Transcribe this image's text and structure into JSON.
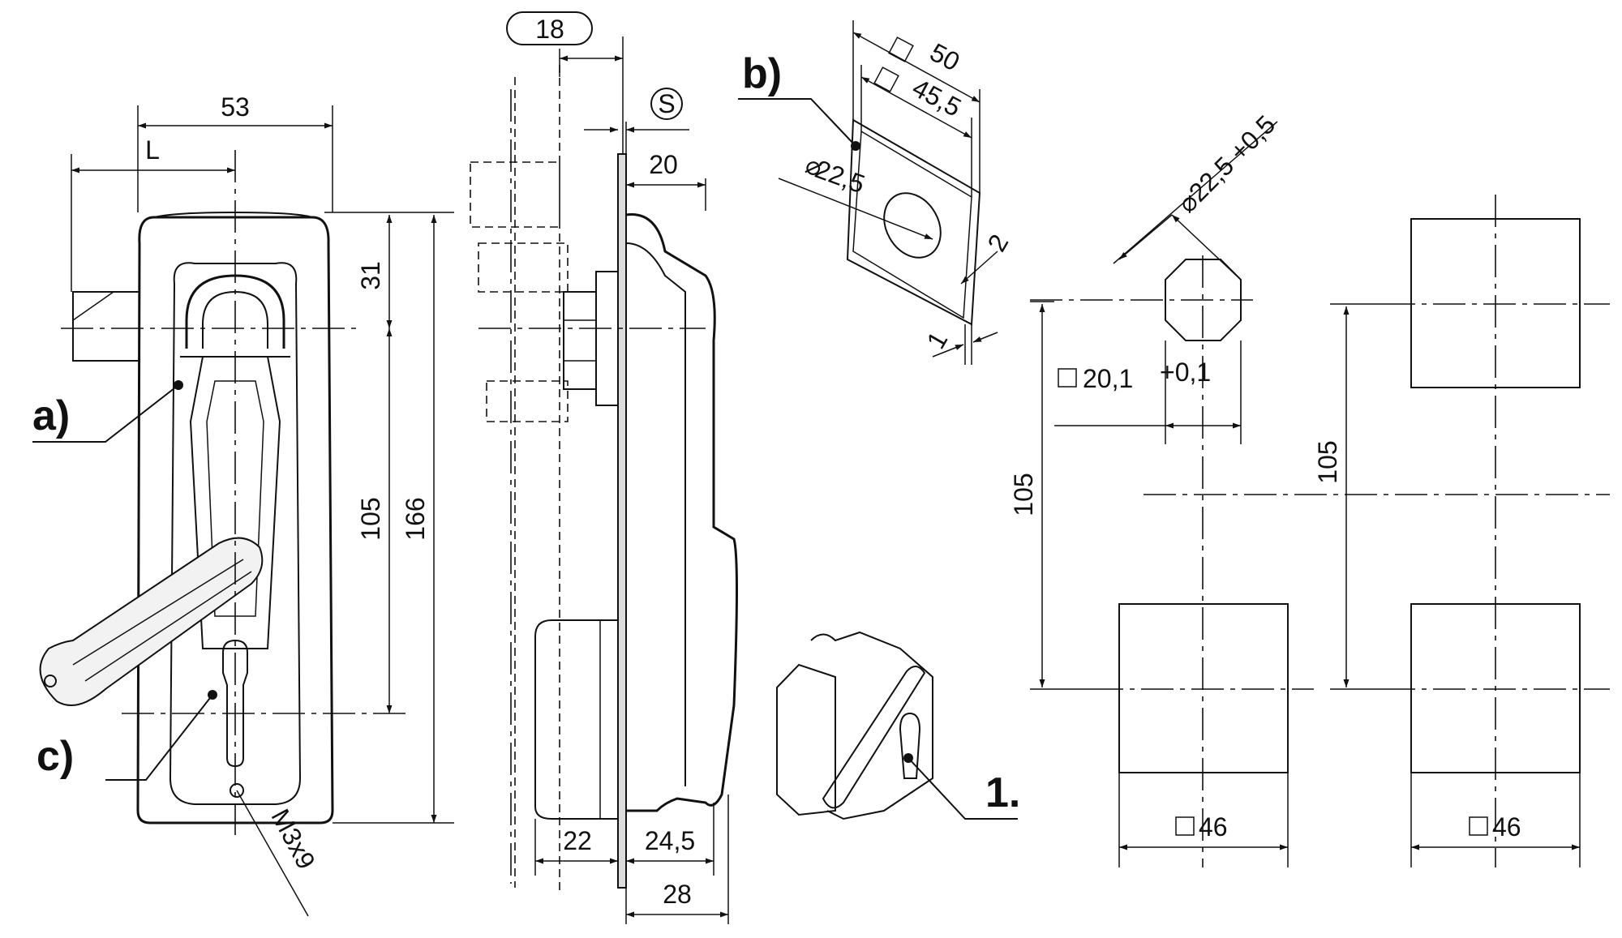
{
  "callouts": {
    "a": "a)",
    "b": "b)",
    "c": "c)",
    "one": "1."
  },
  "front_view": {
    "dim_53": "53",
    "dim_L": "L",
    "dim_31": "31",
    "dim_105": "105",
    "dim_166": "166",
    "dim_m3x9": "M3x9"
  },
  "side_view": {
    "dim_18": "18",
    "dim_s": "S",
    "dim_20": "20",
    "dim_22": "22",
    "dim_24_5": "24,5",
    "dim_28": "28"
  },
  "gasket": {
    "dim_sq50": "50",
    "dim_sq45_5": "45,5",
    "dim_d22_5": "22,5",
    "dim_2": "2",
    "dim_1": "1"
  },
  "cutout": {
    "dim_d22_5_tol": "22,5 +0,5",
    "dim_sq20_1": "20,1",
    "dim_tol_0_1": "+0,1",
    "dim_105_left": "105",
    "dim_105_right": "105",
    "dim_sq46_left": "46",
    "dim_sq46_right": "46"
  }
}
